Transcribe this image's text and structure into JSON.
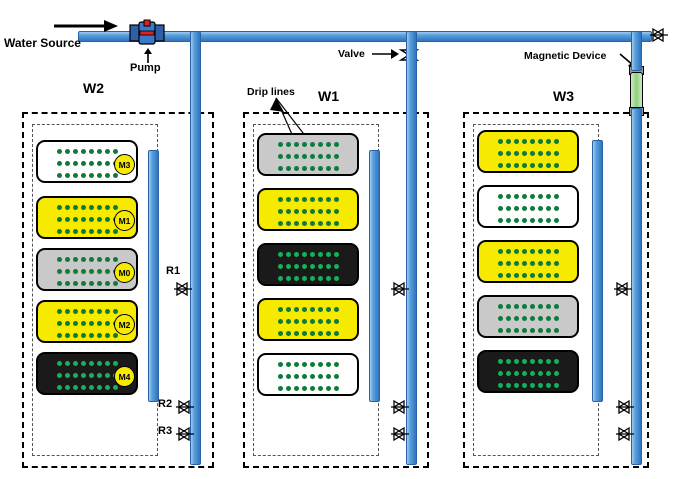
{
  "diagram": {
    "title_labels": {
      "water_source": "Water Source",
      "pump": "Pump",
      "valve": "Valve",
      "magnetic_device": "Magnetic Device",
      "drip_lines": "Drip lines"
    },
    "zones": [
      {
        "id": "W2",
        "label": "W2"
      },
      {
        "id": "W1",
        "label": "W1"
      },
      {
        "id": "W3",
        "label": "W3"
      }
    ],
    "replicate_labels": [
      "R1",
      "R2",
      "R3"
    ],
    "treatment_tags": [
      "M3",
      "M1",
      "M0",
      "M2",
      "M4"
    ],
    "beds": {
      "W2": [
        {
          "tag": "M3",
          "color": "white",
          "rows": [
            8,
            8,
            8
          ]
        },
        {
          "tag": "M1",
          "color": "yellow",
          "rows": [
            8,
            8,
            8
          ]
        },
        {
          "tag": "M0",
          "color": "grey",
          "rows": [
            8,
            8,
            8
          ]
        },
        {
          "tag": "M2",
          "color": "yellow",
          "rows": [
            8,
            8,
            8
          ]
        },
        {
          "tag": "M4",
          "color": "black",
          "rows": [
            8,
            8,
            8
          ]
        }
      ],
      "W1": [
        {
          "tag": "",
          "color": "grey",
          "rows": [
            8,
            8,
            8
          ]
        },
        {
          "tag": "",
          "color": "yellow",
          "rows": [
            8,
            8,
            8
          ]
        },
        {
          "tag": "",
          "color": "black",
          "rows": [
            8,
            8,
            8
          ]
        },
        {
          "tag": "",
          "color": "yellow",
          "rows": [
            8,
            8,
            8
          ]
        },
        {
          "tag": "",
          "color": "white",
          "rows": [
            8,
            8,
            8
          ]
        }
      ],
      "W3": [
        {
          "tag": "",
          "color": "yellow",
          "rows": [
            8,
            8,
            8
          ]
        },
        {
          "tag": "",
          "color": "white",
          "rows": [
            8,
            8,
            8
          ]
        },
        {
          "tag": "",
          "color": "yellow",
          "rows": [
            8,
            8,
            8
          ]
        },
        {
          "tag": "",
          "color": "grey",
          "rows": [
            8,
            8,
            8
          ]
        },
        {
          "tag": "",
          "color": "black",
          "rows": [
            8,
            8,
            8
          ]
        }
      ]
    },
    "colors": {
      "pipe": "#4a90d9",
      "pipe_dark": "#2f74bd",
      "dripper": "#0e7a3c",
      "dripper_dark_bed": "#17b05a",
      "bed_yellow": "#f5ea00",
      "bed_grey": "#c9c9c9",
      "bed_black": "#1a1a1a",
      "bed_white": "#ffffff",
      "pump_red": "#e02020",
      "magnet_green": "#8fd07a",
      "outline": "#000000"
    }
  }
}
